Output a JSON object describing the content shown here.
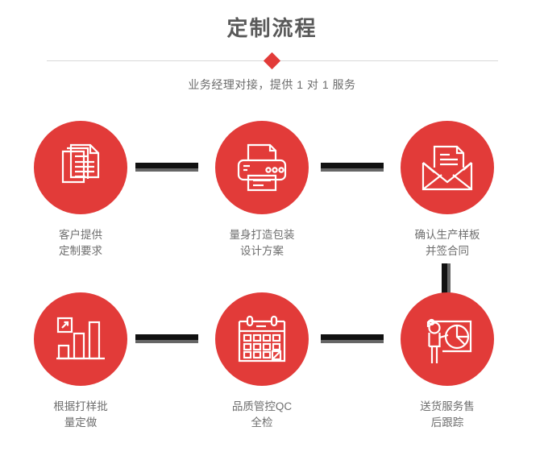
{
  "header": {
    "title": "定制流程",
    "subtitle": "业务经理对接，提供 1 对 1 服务",
    "divider_icon": "diamond-marker",
    "accent_color": "#e23b39",
    "title_color": "#595959",
    "subtitle_color": "#6b6b6b",
    "divider_color": "#d8d8d8"
  },
  "flow": {
    "connector_bar_color": "#111111",
    "connector_shadow_color": "#666666",
    "rows": [
      {
        "steps": [
          {
            "icon": "documents-stack-icon",
            "caption": "客户提供\n定制要求"
          },
          {
            "icon": "printer-icon",
            "caption": "量身打造包装\n设计方案"
          },
          {
            "icon": "envelope-letter-icon",
            "caption": "确认生产样板\n并签合同"
          }
        ]
      },
      {
        "steps": [
          {
            "icon": "bar-chart-growth-icon",
            "caption": "根据打样批\n量定做"
          },
          {
            "icon": "calendar-icon",
            "caption": "品质管控QC\n全检"
          },
          {
            "icon": "presentation-pie-chart-icon",
            "caption": "送货服务售\n后跟踪"
          }
        ]
      }
    ]
  }
}
